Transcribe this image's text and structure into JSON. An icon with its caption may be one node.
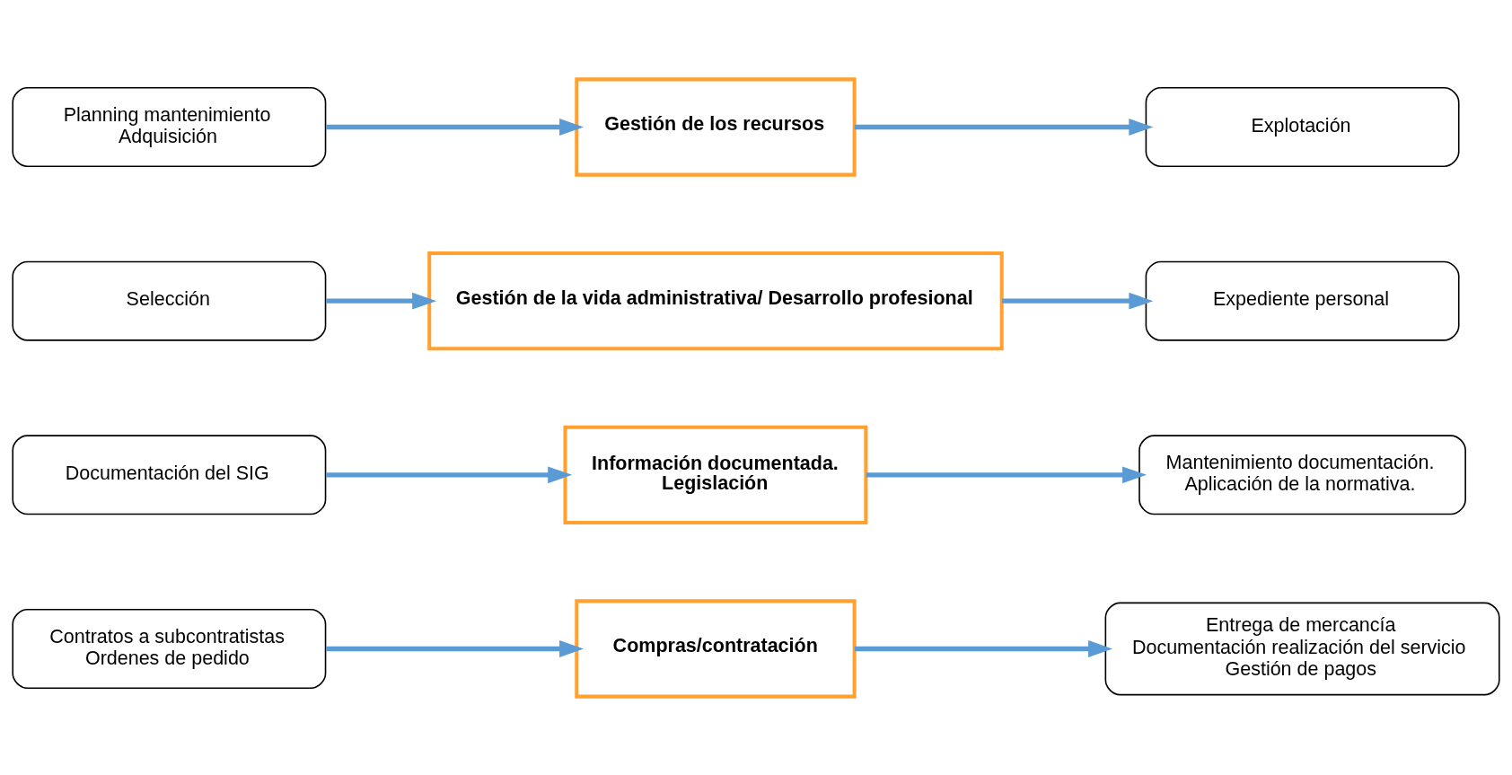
{
  "diagram": {
    "nodes": [
      {
        "text": [
          "Contratos a subcontratistas",
          "Ordenes de pedido"
        ]
      },
      {
        "text": [
          "Compras/contratación"
        ]
      },
      {
        "text": [
          "Entrega de mercancía",
          "Documentación realización del servicio",
          "Gestión de pagos"
        ]
      },
      {
        "text": [
          "Documentación del SIG"
        ]
      },
      {
        "text": [
          "Información documentada.",
          "Legislación"
        ]
      },
      {
        "text": [
          "Mantenimiento documentación.",
          "Aplicación de la normativa."
        ]
      },
      {
        "text": [
          "Selección"
        ]
      },
      {
        "text": [
          "Gestión de la vida administrativa/ Desarrollo profesional"
        ]
      },
      {
        "text": [
          "Expediente personal"
        ]
      },
      {
        "text": [
          "Planning mantenimiento",
          "Adquisición"
        ]
      },
      {
        "text": [
          "Gestión de los recursos"
        ]
      },
      {
        "text": [
          "Explotación"
        ]
      }
    ],
    "edges": [
      {
        "from": 0,
        "to": 1,
        "arrow": "to"
      },
      {
        "from": 1,
        "to": 2,
        "arrow": "to"
      },
      {
        "from": 3,
        "to": 4,
        "arrow": "to"
      },
      {
        "from": 4,
        "to": 5,
        "arrow": "to"
      },
      {
        "from": 6,
        "to": 7,
        "arrow": "to"
      },
      {
        "from": 7,
        "to": 8,
        "arrow": "to"
      },
      {
        "from": 9,
        "to": 10,
        "arrow": "to"
      },
      {
        "from": 10,
        "to": 11,
        "arrow": "to"
      }
    ]
  }
}
